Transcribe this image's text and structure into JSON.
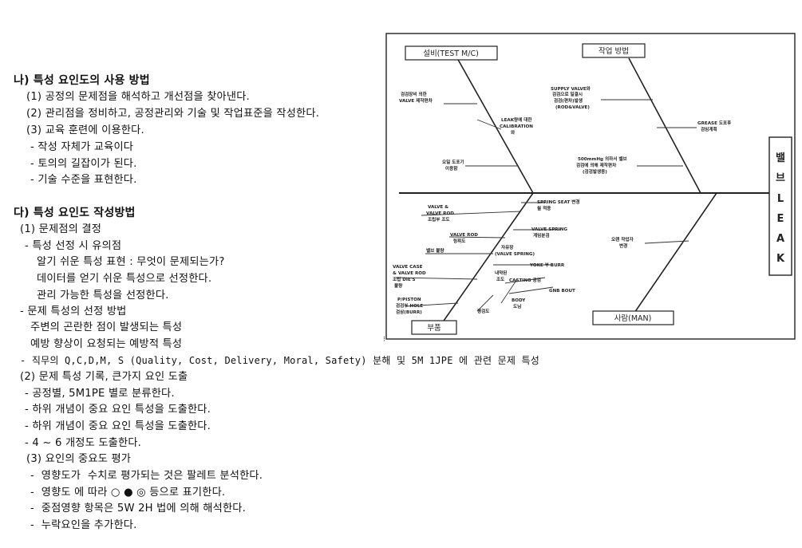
{
  "section_b": {
    "title": "나) 특성 요인도의 사용 방법",
    "items": [
      "(1) 공정의 문제점을 해석하고 개선점을 찾아낸다.",
      "(2) 관리점을 정비하고, 공정관리와 기술 및 작업표준을 작성한다.",
      "(3) 교육 훈련에 이용한다.",
      "- 작성 자체가 교육이다",
      "- 토의의 길잡이가 된다.",
      "- 기술 수준을 표현한다."
    ]
  },
  "section_c": {
    "title": "다) 특성 요인도 작성방법",
    "lines": [
      "(1) 문제점의 결정",
      "- 특성 선정 시 유의점",
      "알기 쉬운 특성 표현 : 무엇이 문제되는가?",
      "데이터를 얻기 쉬운 특성으로 선정한다.",
      "관리 가능한 특성을 선정한다.",
      "- 문제 특성의 선정 방법",
      "주변의 곤란한 점이 발생되는 특성",
      "예방 향상이 요청되는 예방적 특성",
      "- 직무의 Q,C,D,M, S (Quality, Cost, Delivery, Moral, Safety) 분해 및 5M 1JPE 에 관련 문제 특성",
      "(2) 문제 특성 기록, 큰가지 요인 도출",
      "- 공정별, 5M1PE 별로 분류한다.",
      "- 하위 개념이 중요 요인 특성을 도출한다.",
      "- 하위 개념이 중요 요인 특성을 도출한다.",
      "- 4 ~ 6 개정도 도출한다.",
      "(3) 요인의 중요도 평가",
      "-  영향도가  수치로 평가되는 것은 팔레트 분석한다.",
      "-  영향도 에 따라 ○ ● ◎ 등으로 표기한다.",
      "-  중점영향 항목은 5W 2H 법에 의해 해석한다.",
      "-  누락요인을 추가한다."
    ]
  },
  "diagram": {
    "boxes": {
      "equipment": "설비(TEST M/C)",
      "method": "작업 방법",
      "parts": "부품",
      "person": "사람(MAN)",
      "effect_top": "밸",
      "effect_mid": "브",
      "effect_letters": [
        "L",
        "E",
        "A",
        "K"
      ]
    },
    "small_labels": {
      "a1": "검검장비 의한",
      "a2": "VALVE 제작편차",
      "b1": "LEAK량에 대한",
      "b2": "CALIBRATION",
      "b3": "와",
      "c1": "오일 도포기",
      "c2": "이용함",
      "d1": "SUPPLY VALVE와",
      "d2": "검검으로 일결시",
      "d3": "검검(편차)발생",
      "d4": "(ROD&VALVE)",
      "e1": "GREASE 도포후",
      "e2": "검임계획",
      "f1": "500mmHg 의하서 밸브",
      "f2": "검검에 의해 제작편차",
      "f3": "(검검발생용)",
      "g1": "VALVE &",
      "g2": "VALVE ROD",
      "g3": "조립부 조도",
      "h1": "VALVE ROD",
      "h2": "링휘도",
      "i1": "밸브 불량",
      "j1": "VALVE CASE",
      "j2": "& VALVE ROD",
      "j3": "조립 DIE'S",
      "j4": "불량",
      "k1": "P/PISTON",
      "k2": "검검부 HOLE",
      "k3": "검삼(BURR)",
      "l1": "SPRING SEAT 변경",
      "l2": "월 적용",
      "m1": "VALVE SPRING",
      "m2": "계임분검",
      "n1": "자유장",
      "n2": "(VALVE SPRING)",
      "o1": "YOKE 부 BURR",
      "p1": "내약된",
      "p2": "조도",
      "q1": "CASTING 공검",
      "r1": "GNB BOUT",
      "s1": "BODY",
      "s2": "도님",
      "t1": "평검도",
      "u1": "오랜 작업자",
      "u2": "변경"
    }
  }
}
